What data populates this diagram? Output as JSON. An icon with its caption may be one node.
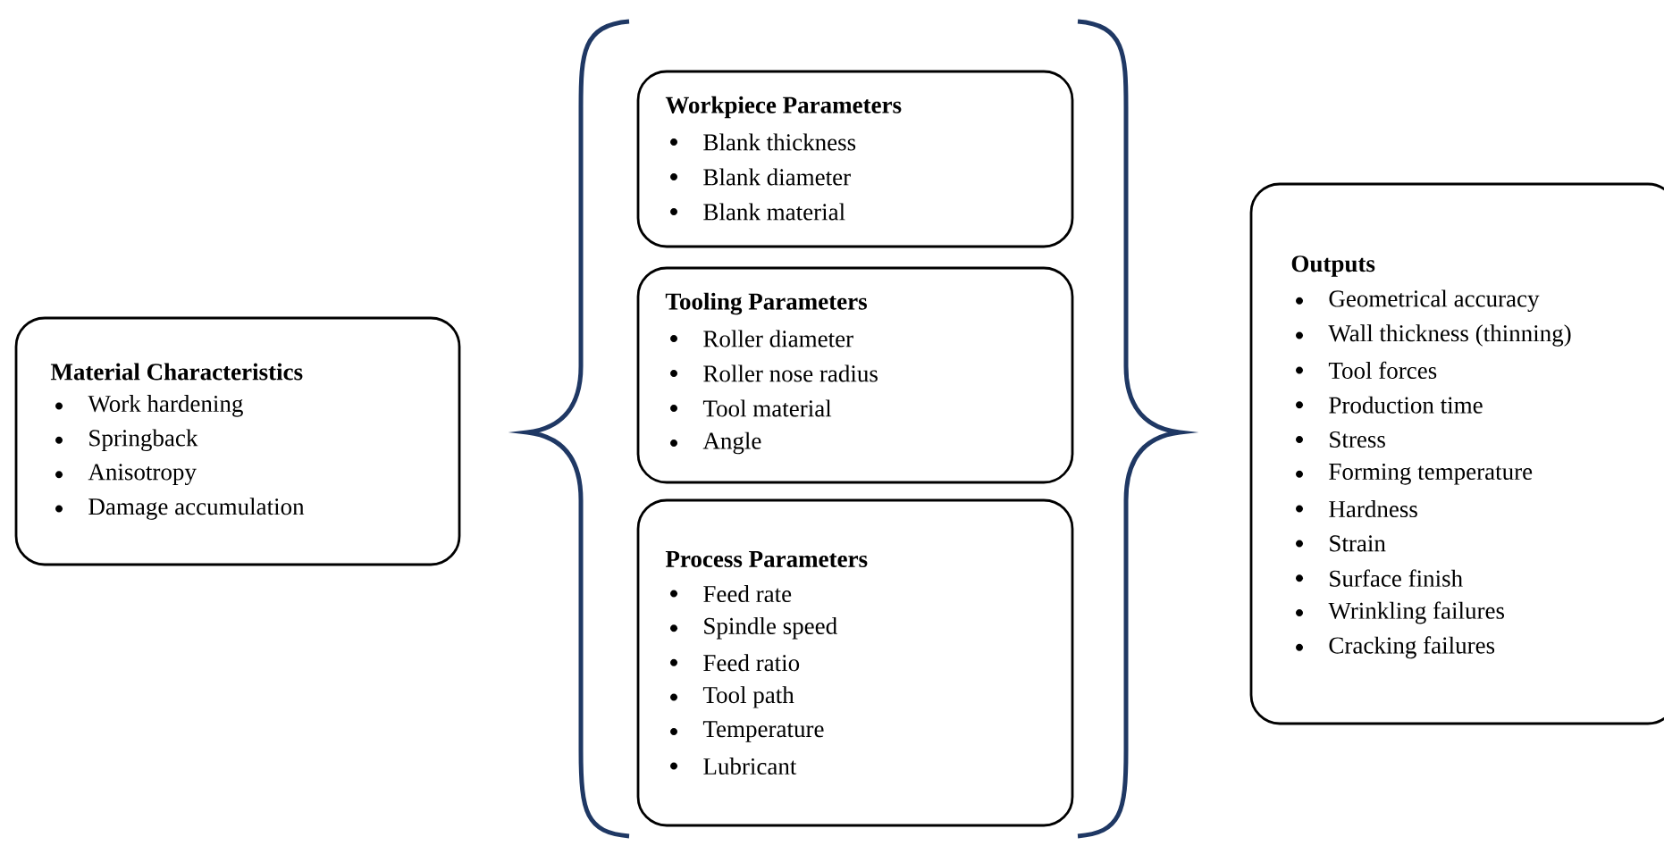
{
  "diagram": {
    "nodes": [
      {
        "text": [
          "Material Characteristics",
          "Work hardening",
          "Springback",
          "Anisotropy",
          "Damage accumulation"
        ]
      },
      {
        "text": [
          "Workpiece Parameters",
          "Blank thickness",
          "Blank diameter",
          "Blank material"
        ]
      },
      {
        "text": [
          "Tooling Parameters",
          "Roller diameter",
          "Roller nose radius",
          "Tool material",
          "Angle"
        ]
      },
      {
        "text": [
          "Process Parameters",
          "Feed rate",
          "Spindle speed",
          "Feed ratio",
          "Tool path",
          "Temperature",
          "Lubricant"
        ]
      },
      {
        "text": [
          "Outputs",
          "Geometrical accuracy",
          "Wall thickness (thinning)",
          "Tool forces",
          "Production time",
          "Stress",
          "Forming temperature",
          "Hardness",
          "Strain",
          "Surface finish",
          "Wrinkling failures",
          "Cracking failures"
        ]
      }
    ]
  }
}
